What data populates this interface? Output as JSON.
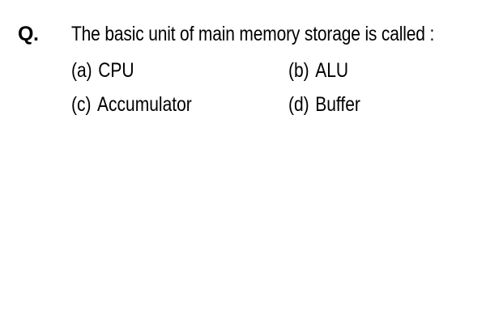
{
  "question": {
    "label": "Q.",
    "text": "The basic unit of main memory storage is called :"
  },
  "options": [
    {
      "marker": "(a)",
      "text": "CPU"
    },
    {
      "marker": "(b)",
      "text": "ALU"
    },
    {
      "marker": "(c)",
      "text": "Accumulator"
    },
    {
      "marker": "(d)",
      "text": "Buffer"
    }
  ]
}
